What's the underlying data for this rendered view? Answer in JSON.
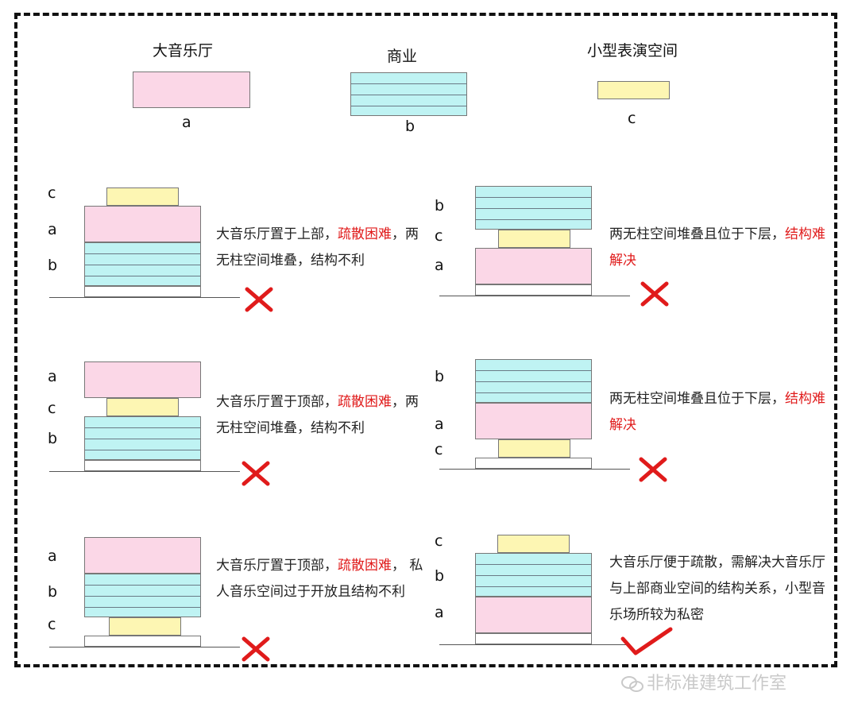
{
  "legend": {
    "a": {
      "title": "大音乐厅",
      "letter": "a"
    },
    "b": {
      "title": "商业",
      "letter": "b"
    },
    "c": {
      "title": "小型表演空间",
      "letter": "c"
    }
  },
  "cases": [
    {
      "labels": [
        "c",
        "a",
        "b"
      ],
      "text_pre": "大音乐厅置于上部，",
      "text_red": "疏散困难",
      "text_post": "，两无柱空间堆叠，结构不利",
      "verdict": "cross"
    },
    {
      "labels": [
        "b",
        "c",
        "a"
      ],
      "text_pre": "两无柱空间堆叠且位于下层，",
      "text_red": "结构难解决",
      "text_post": "",
      "verdict": "cross"
    },
    {
      "labels": [
        "a",
        "c",
        "b"
      ],
      "text_pre": "大音乐厅置于顶部，",
      "text_red": "疏散困难",
      "text_post": "，两无柱空间堆叠，结构不利",
      "verdict": "cross"
    },
    {
      "labels": [
        "b",
        "a",
        "c"
      ],
      "text_pre": "两无柱空间堆叠且位于下层，",
      "text_red": "结构难解决",
      "text_post": "",
      "verdict": "cross"
    },
    {
      "labels": [
        "a",
        "b",
        "c"
      ],
      "text_pre": "大音乐厅置于顶部，",
      "text_red": "疏散困难",
      "text_post": "， 私人音乐空间过于开放且结构不利",
      "verdict": "cross"
    },
    {
      "labels": [
        "c",
        "b",
        "a"
      ],
      "text_pre": "大音乐厅便于疏散，需解决大音乐厅与上部商业空间的结构关系，小型音乐场所较为私密",
      "text_red": "",
      "text_post": "",
      "verdict": "check"
    }
  ],
  "watermark": "非标准建筑工作室",
  "colors": {
    "pink": "#fbd7e7",
    "cyan": "#bff3f3",
    "yellow": "#fdf6b3",
    "red": "#e01b1b"
  }
}
